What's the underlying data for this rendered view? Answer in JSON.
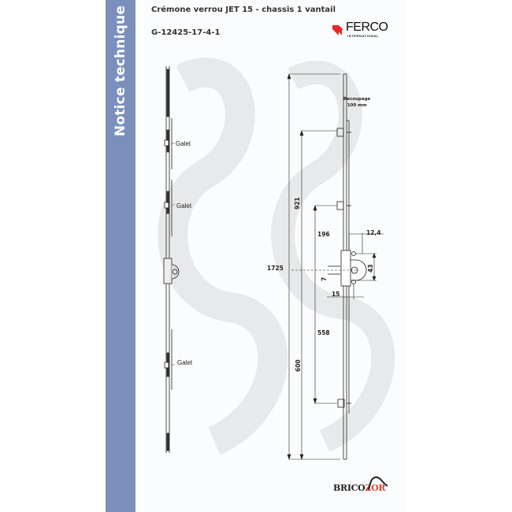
{
  "sidebar": {
    "label": "Notice technique",
    "color": "#7b8fbd"
  },
  "header": {
    "title": "Crémone verrou JET 15 - chassis 1 vantail",
    "reference": "G-12425-17-4-1",
    "brand_logo": {
      "name": "FERCO",
      "subtitle": "INTERNATIONAL",
      "accent": "#e8262b"
    }
  },
  "left_drawing": {
    "labels": [
      {
        "text": "Galet"
      },
      {
        "text": "Galet"
      },
      {
        "text": "Galet"
      }
    ]
  },
  "right_drawing": {
    "note_line1": "Recoupage",
    "note_line2": "100 mm",
    "dimensions": {
      "total": "1725",
      "upper": "921",
      "d196": "196",
      "d12_4": "12,4",
      "d43": "43",
      "d7": "7",
      "d15": "15",
      "d558": "558",
      "d600": "600"
    }
  },
  "footer": {
    "logo_part1": "BRICO",
    "logo_part2": "ZOR",
    "accent": "#e0452a"
  }
}
